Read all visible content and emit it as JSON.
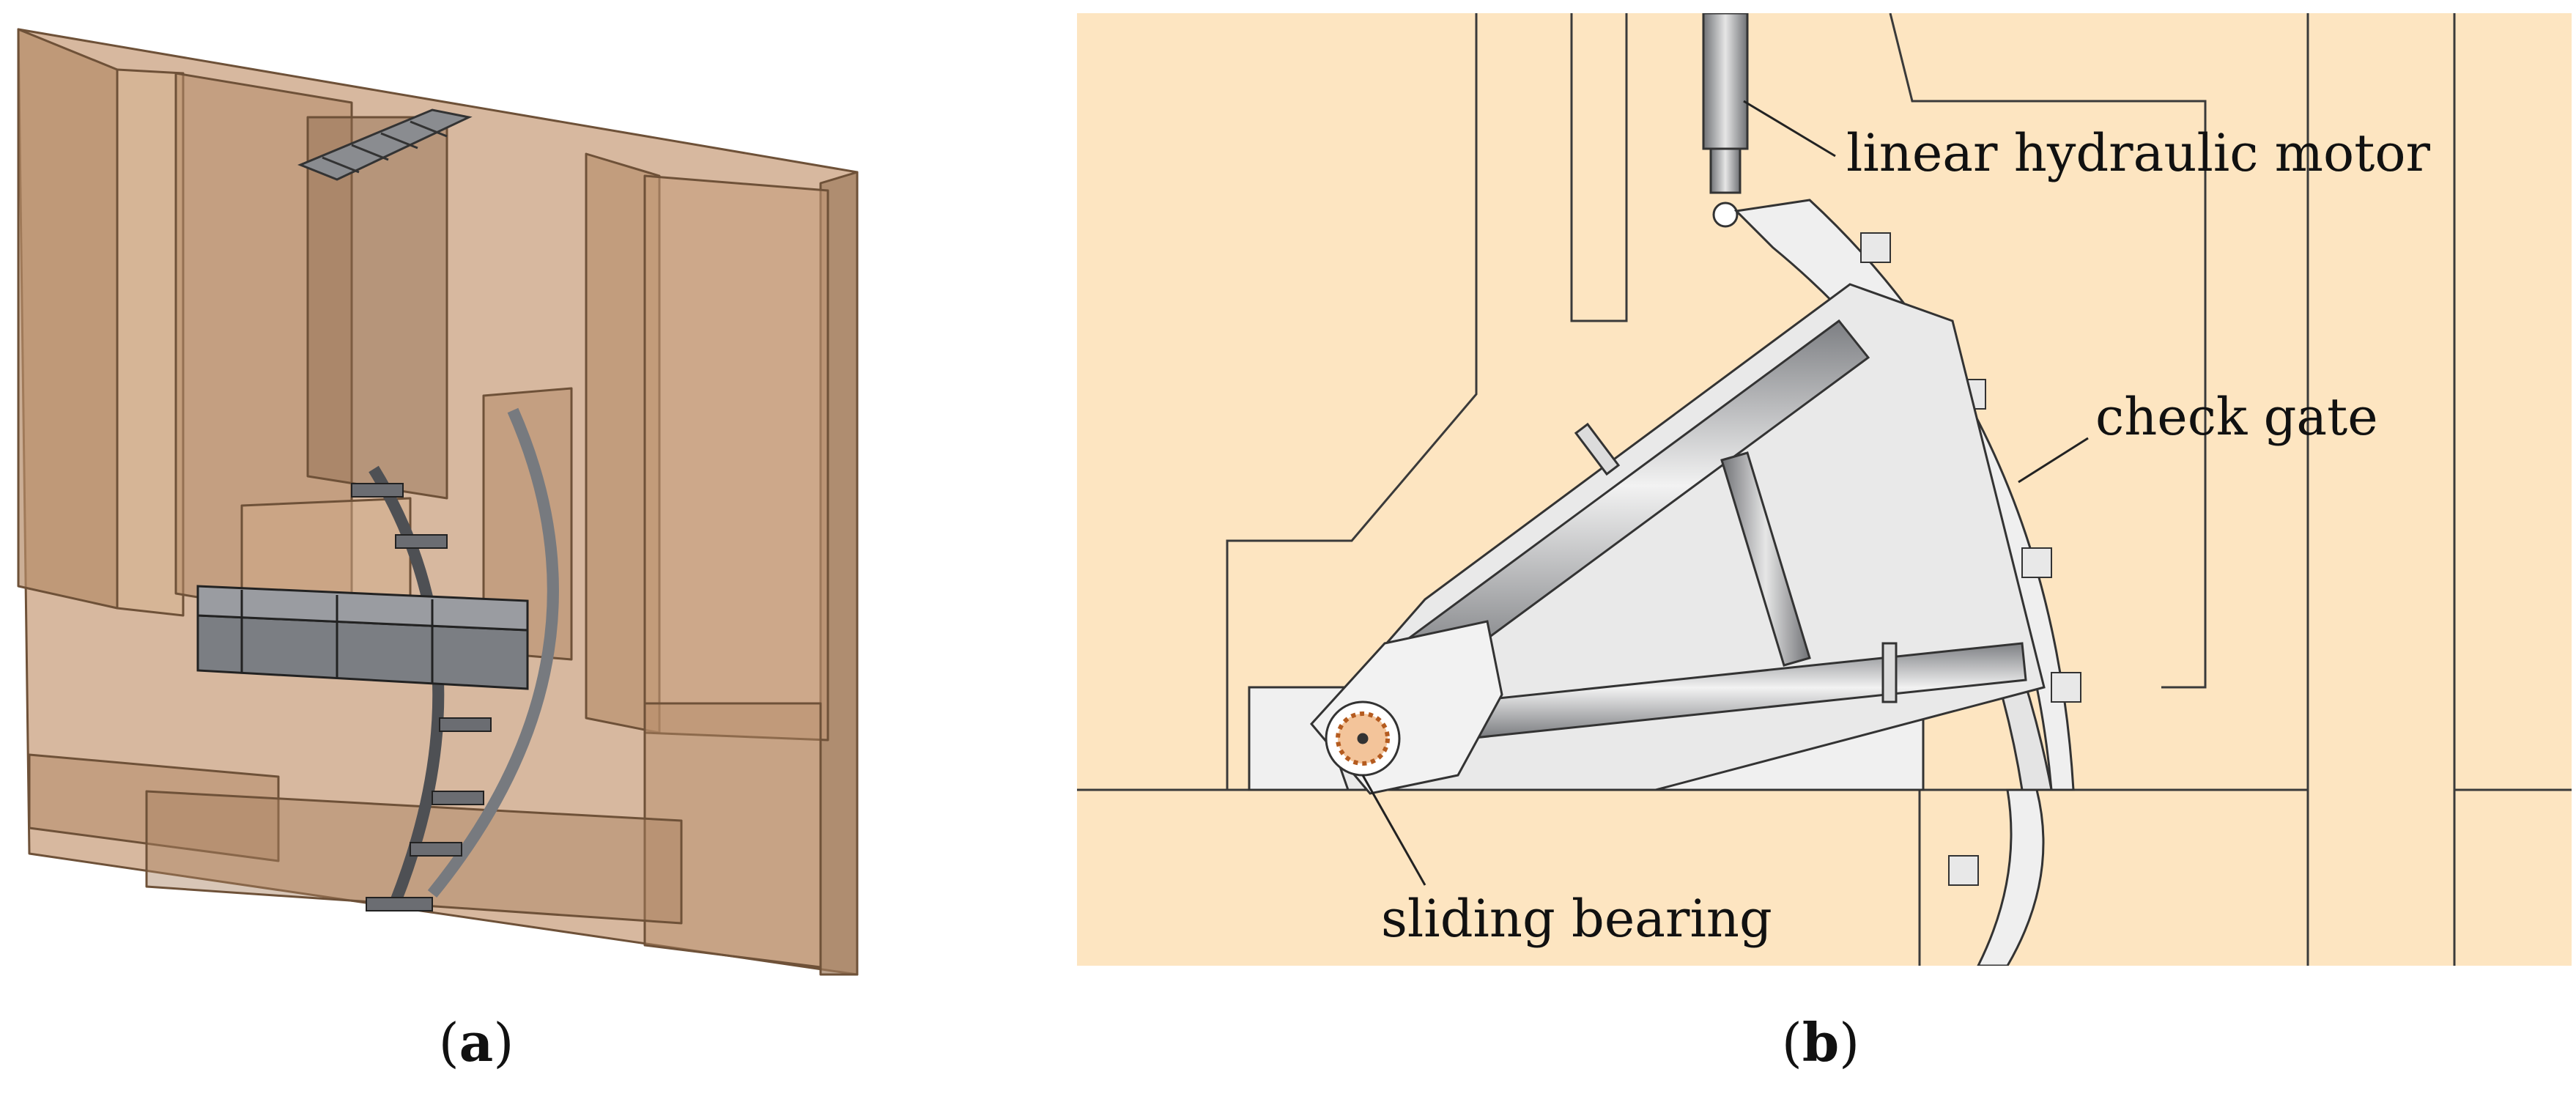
{
  "panel_a": {
    "caption": "a"
  },
  "panel_b": {
    "caption": "b",
    "labels": {
      "motor": "linear hydraulic motor",
      "gate": "check gate",
      "bearing": "sliding bearing"
    }
  },
  "colors": {
    "concrete_fill": "#fde5c1",
    "block_fill": "#c8a07e",
    "steel": "#a5a7ab",
    "line": "#2a2a2a"
  }
}
